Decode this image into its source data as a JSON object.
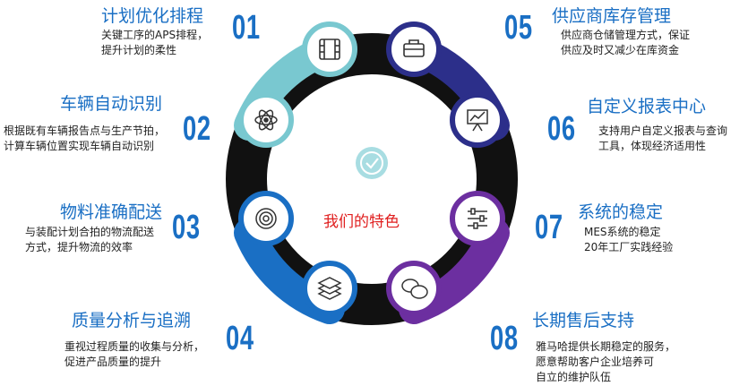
{
  "center": {
    "label": "我们的特色",
    "icon": "check-circle-icon"
  },
  "colors": {
    "blue": "#1a6fc4",
    "teal": "#79c8d0",
    "navy": "#2c2f8a",
    "purple": "#6c2fa0",
    "royal": "#1565c0",
    "black": "#111111",
    "center_text": "#e02020"
  },
  "features": [
    {
      "num": "01",
      "title": "计划优化排程",
      "desc": [
        "关键工序的APS排程，",
        "提升计划的柔性"
      ],
      "icon": "film-icon"
    },
    {
      "num": "02",
      "title": "车辆自动识别",
      "desc": [
        "根据既有车辆报告点与生产节拍，",
        "计算车辆位置实现车辆自动识别"
      ],
      "icon": "atom-icon"
    },
    {
      "num": "03",
      "title": "物料准确配送",
      "desc": [
        "与装配计划合拍的物流配送",
        "方式，提升物流的效率"
      ],
      "icon": "target-icon"
    },
    {
      "num": "04",
      "title": "质量分析与追溯",
      "desc": [
        "重视过程质量的收集与分析，",
        "促进产品质量的提升"
      ],
      "icon": "layers-icon"
    },
    {
      "num": "05",
      "title": "供应商库存管理",
      "desc": [
        "供应商仓储管理方式，保证",
        "供应及时又减少在库资金"
      ],
      "icon": "toolbox-icon"
    },
    {
      "num": "06",
      "title": "自定义报表中心",
      "desc": [
        "支持用户自定义报表与查询",
        "工具，体现经济适用性"
      ],
      "icon": "presentation-chart-icon"
    },
    {
      "num": "07",
      "title": "系统的稳定",
      "desc": [
        "MES系统的稳定",
        "20年工厂实践经验"
      ],
      "icon": "sliders-icon"
    },
    {
      "num": "08",
      "title": "长期售后支持",
      "desc": [
        "雅马哈提供长期稳定的服务，",
        "愿意帮助客户企业培养可",
        "自立的维护队伍"
      ],
      "icon": "chat-bubbles-icon"
    }
  ]
}
